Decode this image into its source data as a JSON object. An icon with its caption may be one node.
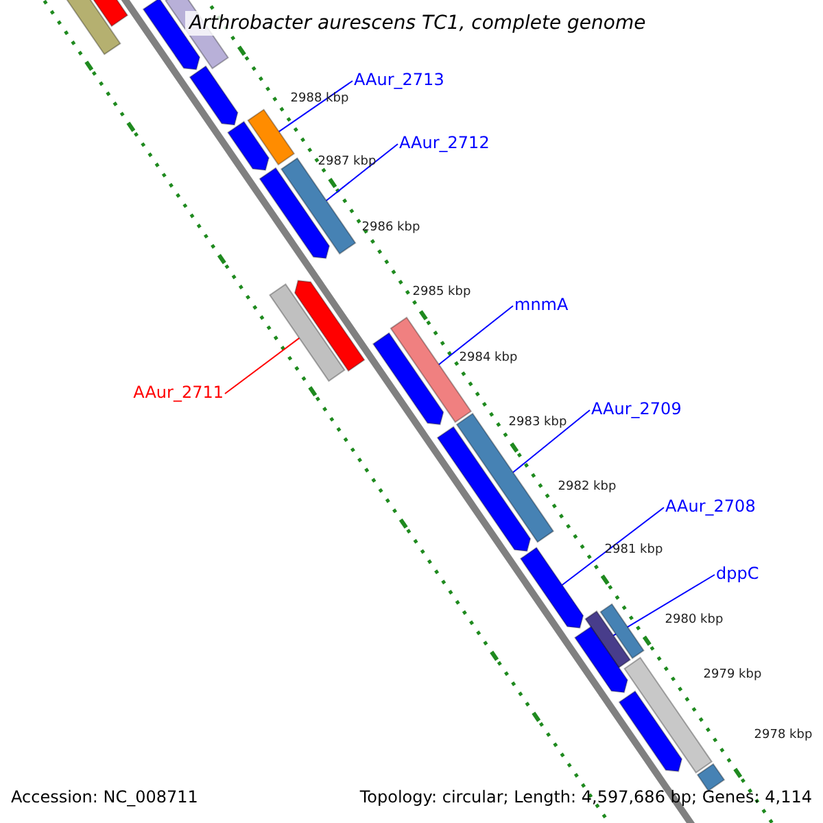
{
  "diagram": {
    "title": "Arthrobacter aurescens TC1, complete genome",
    "nodes": [
      {
        "text": [],
        "shape": "bar"
      },
      {
        "text": [],
        "shape": "bar"
      },
      {
        "text": [],
        "shape": "bar"
      },
      {
        "text": [],
        "shape": "bar"
      },
      {
        "text": [],
        "shape": "bar"
      },
      {
        "text": [
          "AAur_2713"
        ]
      },
      {
        "text": [],
        "shape": "bar"
      },
      {
        "text": [],
        "shape": "bar"
      },
      {
        "text": [
          "AAur_2712"
        ]
      },
      {
        "text": [],
        "shape": "bar"
      },
      {
        "text": [],
        "shape": "bar"
      },
      {
        "text": [],
        "shape": "bar"
      },
      {
        "text": [],
        "shape": "bar"
      },
      {
        "text": [
          "AAur_2711"
        ]
      },
      {
        "text": [
          "mnmA"
        ]
      },
      {
        "text": [],
        "shape": "bar"
      },
      {
        "text": [],
        "shape": "bar"
      },
      {
        "text": [
          "AAur_2709"
        ]
      },
      {
        "text": [],
        "shape": "bar"
      },
      {
        "text": [],
        "shape": "bar"
      },
      {
        "text": [
          "AAur_2708"
        ]
      },
      {
        "text": [],
        "shape": "bar"
      },
      {
        "text": [
          "dppC"
        ]
      },
      {
        "text": [],
        "shape": "bar"
      },
      {
        "text": [],
        "shape": "bar"
      },
      {
        "text": [],
        "shape": "bar"
      },
      {
        "text": [],
        "shape": "bar"
      },
      {
        "text": [],
        "shape": "bar"
      },
      {
        "text": [],
        "shape": "bar"
      }
    ],
    "edges": [
      {
        "from": 5,
        "to": 7,
        "arrow": "none"
      },
      {
        "from": 8,
        "to": 10,
        "arrow": "none"
      },
      {
        "from": 13,
        "to": 11,
        "arrow": "none",
        "color": "#ff0000"
      },
      {
        "from": 14,
        "to": 16,
        "arrow": "none"
      },
      {
        "from": 17,
        "to": 19,
        "arrow": "none"
      },
      {
        "from": 20,
        "to": 21,
        "arrow": "none"
      },
      {
        "from": 22,
        "to": 23,
        "arrow": "none"
      }
    ],
    "labels": [
      "2988 kbp",
      "2987 kbp",
      "2986 kbp",
      "2985 kbp",
      "2984 kbp",
      "2983 kbp",
      "2982 kbp",
      "2981 kbp",
      "2980 kbp",
      "2979 kbp",
      "2978 kbp",
      "Accession: NC_008711",
      "Topology: circular; Length: 4,597,686 bp; Genes: 4,114"
    ]
  }
}
